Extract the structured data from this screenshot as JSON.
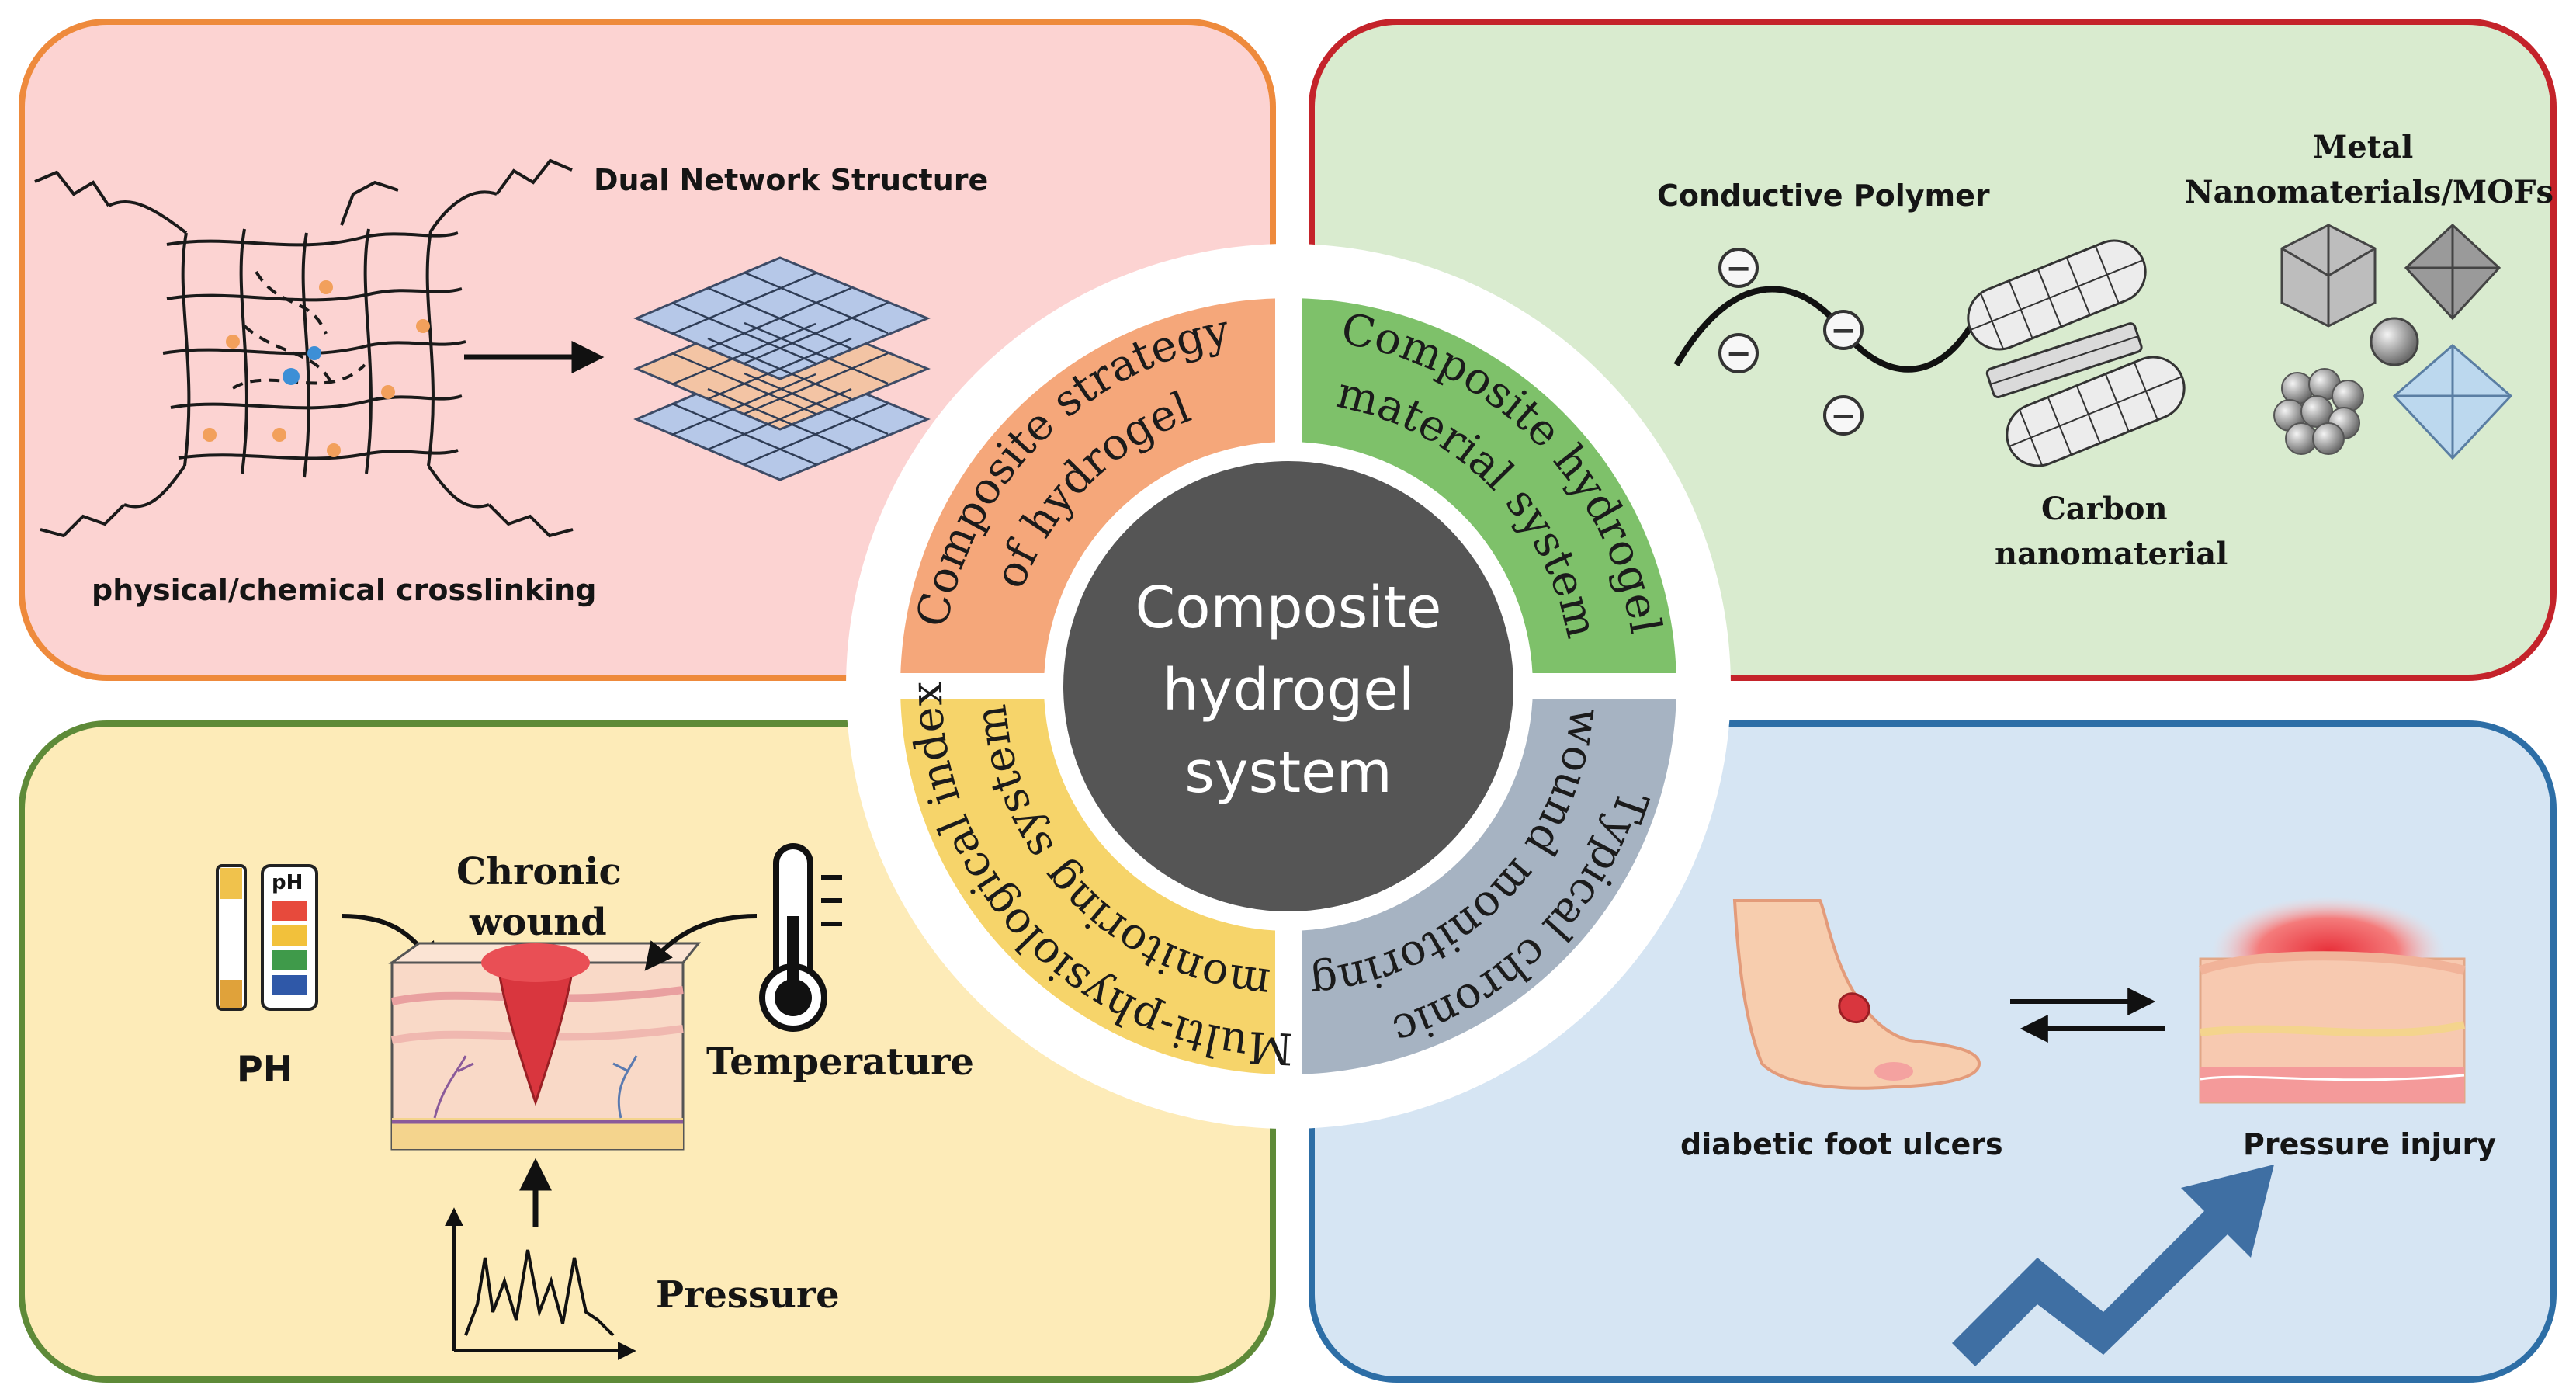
{
  "center": {
    "line1": "Composite",
    "line2": "hydrogel",
    "line3": "system"
  },
  "arcs": {
    "strategy": {
      "line1": "Composite strategy",
      "line2": "of hydrogel"
    },
    "material": {
      "line1": "Composite hydrogel",
      "line2": "material system"
    },
    "monitoring": {
      "line1": "Multi-physiological index",
      "line2": "monitoring system"
    },
    "typical": {
      "line1": "Typical chronic",
      "line2": "wound monitoring"
    }
  },
  "panel_strategy": {
    "dual_network": "Dual Network Structure",
    "crosslinking": "physical/chemical crosslinking"
  },
  "panel_material": {
    "conductive_polymer": "Conductive Polymer",
    "carbon_line1": "Carbon",
    "carbon_line2": "nanomaterial",
    "metal_line1": "Metal",
    "metal_line2": "Nanomaterials/MOFs",
    "charge_symbol": "−"
  },
  "panel_monitoring": {
    "chronic_line1": "Chronic",
    "chronic_line2": "wound",
    "ph": "PH",
    "ph_strip": "pH",
    "temperature": "Temperature",
    "pressure": "Pressure"
  },
  "panel_typical": {
    "diabetic": "diabetic foot ulcers",
    "pressure_injury": "Pressure injury"
  },
  "colors": {
    "orange_border": "#ee8a3c",
    "orange_fill": "#fcd3d2",
    "red_border": "#c4232a",
    "green_fill": "#d9ebcf",
    "green_border": "#5e8a38",
    "yellow_fill": "#fdebb8",
    "blue_border": "#2d6ea6",
    "blue_fill": "#d6e5f3",
    "center_circle": "#555555",
    "arc_orange": "#f5a77a",
    "arc_green": "#7ec16a",
    "arc_yellow": "#f6d46a",
    "arc_gray": "#a6b3c2",
    "arrow_blue": "#3f6fa3"
  }
}
